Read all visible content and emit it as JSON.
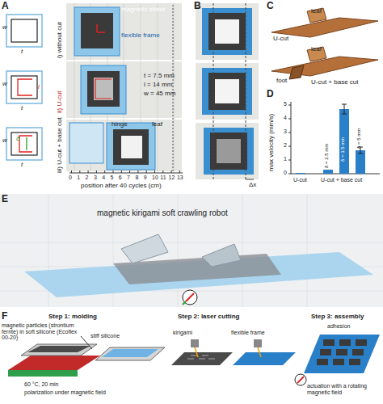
{
  "diagram": {
    "labels": [
      "A",
      "w",
      "t",
      "w",
      "t",
      "l",
      "w",
      "t",
      "δ",
      "i) without cut",
      "ii) U-cut",
      "iii) U-cut + base cut",
      "magnetic sheet",
      "flexible frame",
      "t = 7.5 mm",
      "l = 14 mm",
      "w = 45 mm",
      "hinge",
      "leaf",
      "0",
      "1",
      "2",
      "3",
      "4",
      "5",
      "6",
      "7",
      "8",
      "9",
      "10",
      "11",
      "12",
      "13",
      "position after 40 cycles (cm)",
      "B",
      "Δx",
      "C",
      "leaf",
      "U-cut",
      "leaf",
      "foot",
      "U-cut + base cut",
      "D",
      "max velocity (mm/s)",
      "0",
      "1",
      "2",
      "3",
      "4",
      "5",
      "δ = 2.5 mm",
      "δ = 3.5 mm",
      "δ = 5 mm",
      "U-cut",
      "U-cut + base cut",
      "E",
      "magnetic kirigami soft crawling robot",
      "F",
      "Step 1: molding",
      "magnetic particles (strontium ferrite) in soft silicone (Ecoflex 00-20)",
      "stiff silicone",
      "60 °C, 20 min",
      "polarization under magnetic field",
      "Step 2: laser cutting",
      "kirigami",
      "flexible frame",
      "Step 3: assembly",
      "adhesion",
      "actuation with a rotating magnetic field"
    ]
  }
}
